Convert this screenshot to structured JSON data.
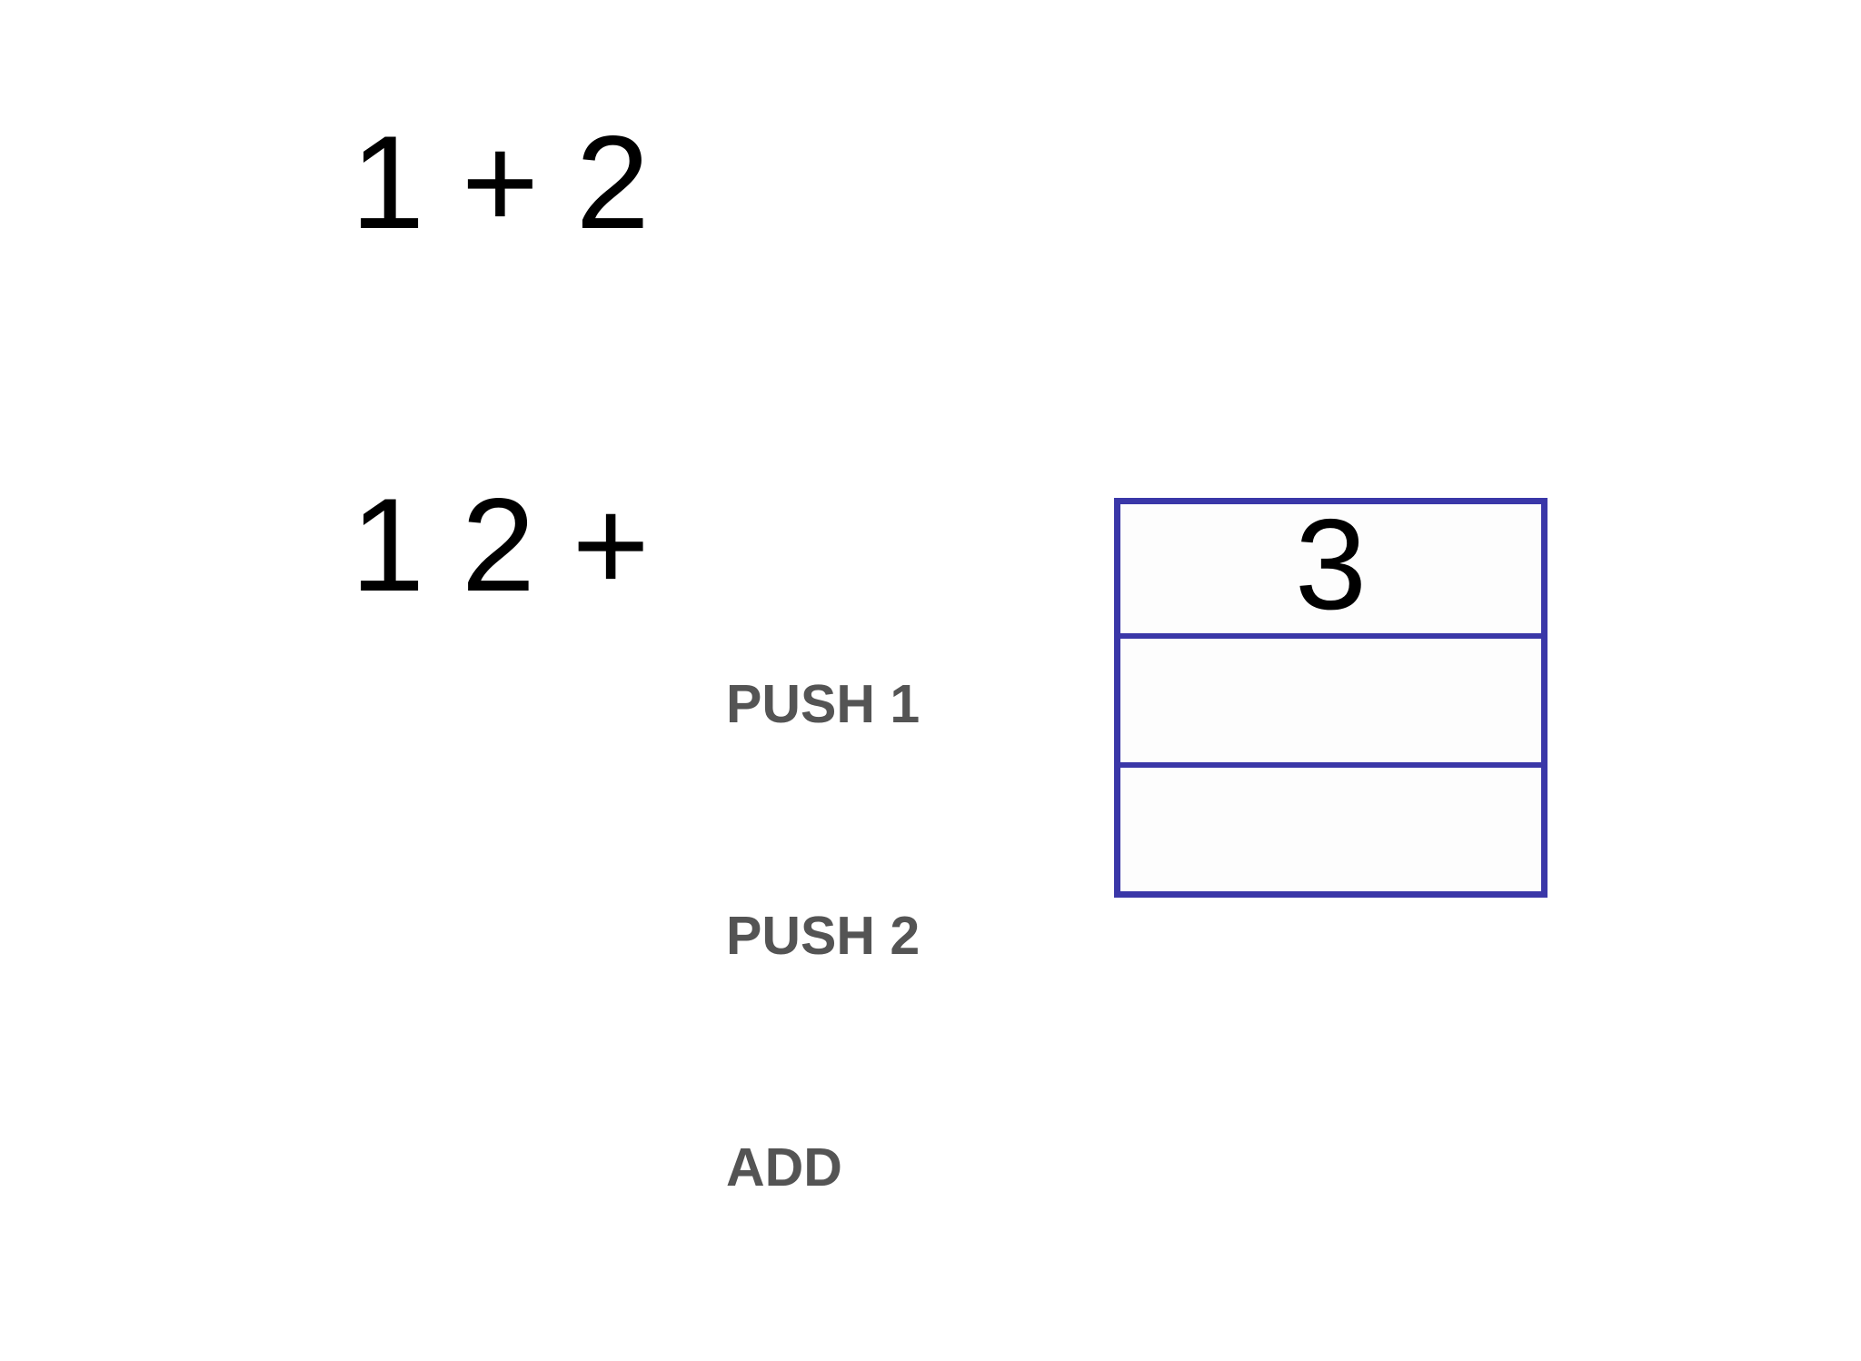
{
  "background_color": "#ffffff",
  "expression": {
    "infix": "1 + 2",
    "postfix": "1 2 +"
  },
  "bytecode": {
    "lines": [
      "PUSH 1",
      "PUSH 2",
      "ADD"
    ],
    "text_color": "#545454"
  },
  "stack": {
    "border_color": "#3a37a8",
    "cell_fill_color": "#fdfdfd",
    "cell_count": 3,
    "cells": [
      {
        "value": "3",
        "filled": true
      },
      {
        "value": "",
        "filled": false
      },
      {
        "value": "",
        "filled": false
      }
    ]
  }
}
